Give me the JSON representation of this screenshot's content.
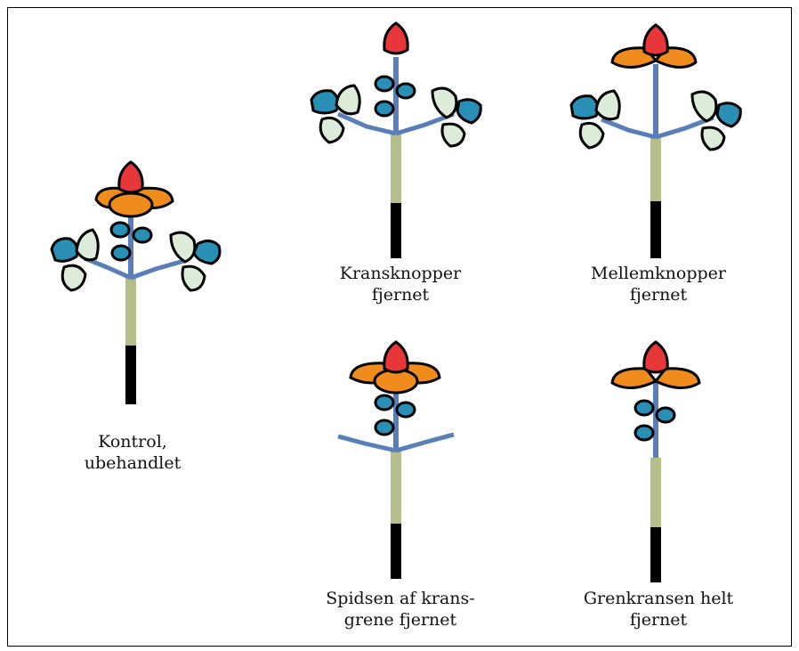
{
  "colors": {
    "bud_red": "#e8373a",
    "bud_orange": "#f08c1e",
    "bud_blue": "#2a8fb5",
    "leaf_pale": "#dcecd8",
    "stem_blue": "#5a7fb8",
    "stem_olive": "#b4c08a",
    "stem_black": "#000000",
    "outline": "#000000"
  },
  "plants": [
    {
      "id": "kontrol",
      "lines": [
        "Kontrol,",
        "ubehandlet"
      ]
    },
    {
      "id": "kransknopper",
      "lines": [
        "Kransknopper",
        "fjernet"
      ]
    },
    {
      "id": "mellemknopper",
      "lines": [
        "Mellemknopper",
        "fjernet"
      ]
    },
    {
      "id": "spidsen",
      "lines": [
        "Spidsen af krans-",
        "grene fjernet"
      ]
    },
    {
      "id": "grenkransen",
      "lines": [
        "Grenkransen helt",
        "fjernet"
      ]
    }
  ]
}
